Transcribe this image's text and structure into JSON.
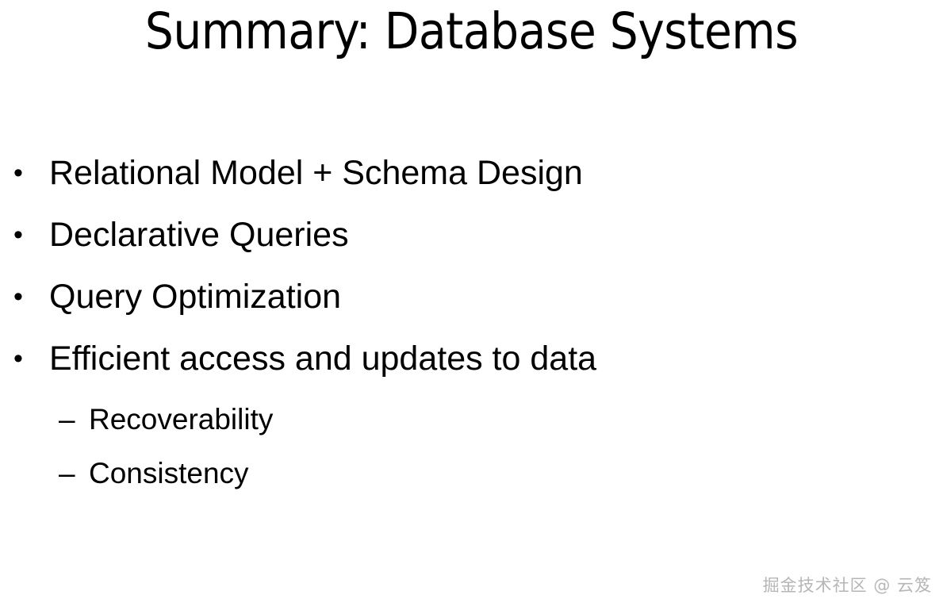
{
  "slide": {
    "title": "Summary: Database Systems",
    "background_color": "#ffffff",
    "text_color": "#000000",
    "bullets": [
      {
        "marker": "•",
        "text": "Relational Model + Schema Design"
      },
      {
        "marker": "•",
        "text": "Declarative Queries"
      },
      {
        "marker": "•",
        "text": "Query Optimization"
      },
      {
        "marker": "•",
        "text": "Efficient access and updates to data"
      }
    ],
    "sub_bullets": [
      {
        "marker": "–",
        "text": "Recoverability"
      },
      {
        "marker": "–",
        "text": "Consistency"
      }
    ]
  },
  "watermark": {
    "text": "掘金技术社区 @ 云笈",
    "color": "#b6b6b6"
  }
}
